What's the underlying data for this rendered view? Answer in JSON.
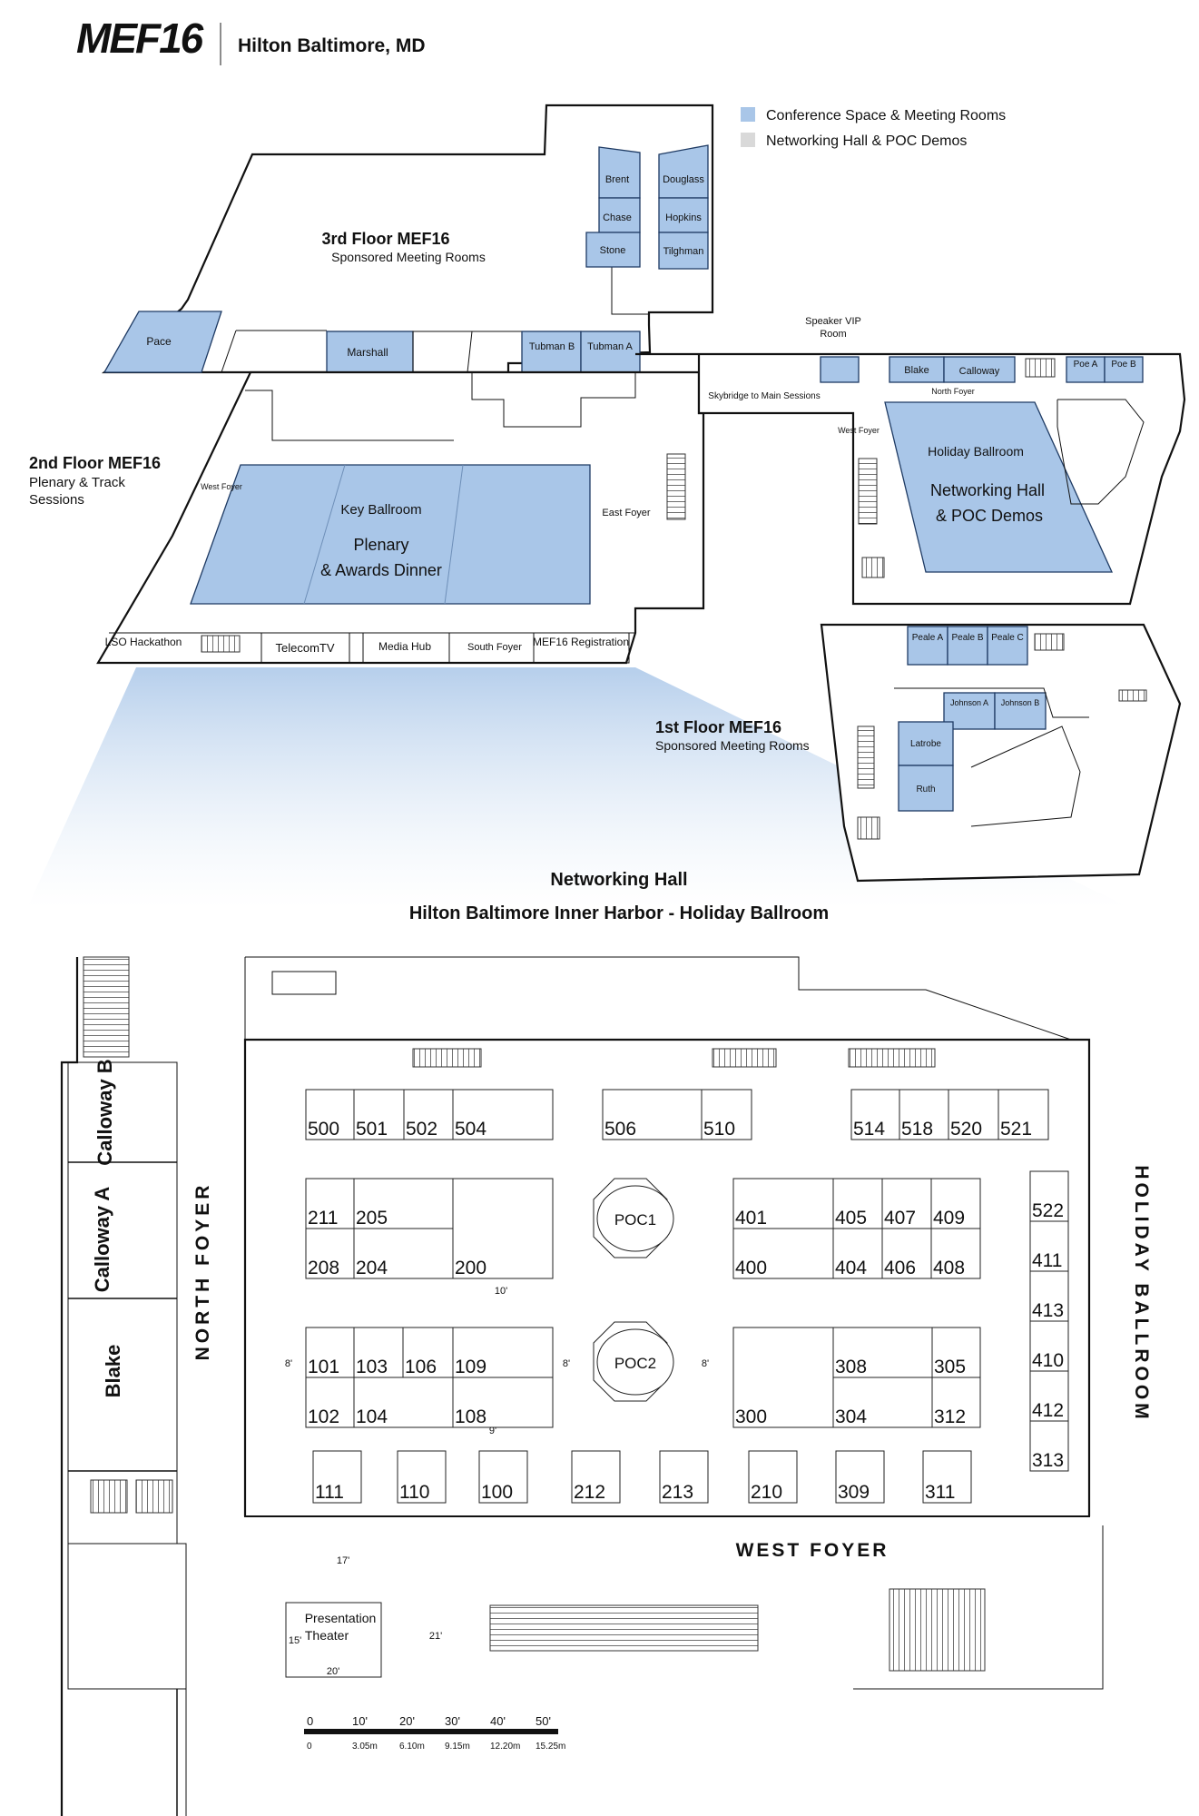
{
  "header": {
    "logo_text": "MEF16",
    "venue": "Hilton Baltimore, MD"
  },
  "legend": [
    {
      "label": "Conference Space & Meeting Rooms",
      "color": "#a9c6e8"
    },
    {
      "label": "Networking Hall & POC Demos",
      "color": "#d9d9d9"
    }
  ],
  "floors": {
    "third": {
      "title": "3rd Floor MEF16",
      "subtitle": "Sponsored Meeting Rooms",
      "rooms": [
        "Brent",
        "Chase",
        "Stone",
        "Douglass",
        "Hopkins",
        "Tilghman",
        "Pace",
        "Marshall",
        "Tubman B",
        "Tubman A"
      ]
    },
    "second": {
      "title": "2nd Floor MEF16",
      "subtitle_line1": "Plenary & Track",
      "subtitle_line2": "Sessions",
      "key_ballroom": "Key Ballroom",
      "plenary_line1": "Plenary",
      "plenary_line2": "& Awards Dinner",
      "west_foyer": "West Foyer",
      "east_foyer": "East Foyer",
      "bottom_rooms": [
        "LSO Hackathon",
        "TelecomTV",
        "Media Hub",
        "South Foyer",
        "MEF16 Registration"
      ]
    },
    "connector": {
      "speaker_vip_line1": "Speaker VIP",
      "speaker_vip_line2": "Room",
      "skybridge": "Skybridge to Main Sessions",
      "north_foyer": "North Foyer",
      "west_foyer": "West Foyer",
      "rooms": [
        "Blake",
        "Calloway",
        "Poe A",
        "Poe B"
      ],
      "holiday_ballroom": "Holiday Ballroom",
      "networking_line1": "Networking Hall",
      "networking_line2": "& POC Demos"
    },
    "first": {
      "title": "1st Floor MEF16",
      "subtitle": "Sponsored Meeting Rooms",
      "rooms": [
        "Peale A",
        "Peale B",
        "Peale C",
        "Johnson A",
        "Johnson B",
        "Latrobe",
        "Ruth"
      ]
    }
  },
  "hall": {
    "title": "Networking Hall",
    "subtitle": "Hilton Baltimore Inner Harbor - Holiday Ballroom",
    "side_labels": {
      "north_foyer": "NORTH FOYER",
      "holiday_ballroom": "HOLIDAY BALLROOM",
      "west_foyer": "WEST FOYER"
    },
    "side_rooms": {
      "calloway_b": "Calloway B",
      "calloway_a": "Calloway A",
      "blake": "Blake"
    },
    "top_row_booths": [
      "500",
      "501",
      "502",
      "504",
      "506",
      "510",
      "514",
      "518",
      "520",
      "521"
    ],
    "block_left_top": [
      "211",
      "205",
      "208",
      "204",
      "200"
    ],
    "block_right_top": [
      "401",
      "405",
      "407",
      "409",
      "400",
      "404",
      "406",
      "408"
    ],
    "block_left_bottom": [
      "101",
      "103",
      "106",
      "109",
      "102",
      "104",
      "108"
    ],
    "block_right_bottom": [
      "308",
      "305",
      "300",
      "304",
      "312"
    ],
    "right_column": [
      "522",
      "411",
      "413",
      "410",
      "412",
      "313"
    ],
    "bottom_row": [
      "111",
      "110",
      "100",
      "212",
      "213",
      "210",
      "309",
      "311"
    ],
    "poc": [
      "POC1",
      "POC2"
    ],
    "dimensions": [
      "10'",
      "8'",
      "8'",
      "8'",
      "9'",
      "17'",
      "21'",
      "15'",
      "20'"
    ],
    "presentation_theater_line1": "Presentation",
    "presentation_theater_line2": "Theater",
    "scale": {
      "feet": [
        "0",
        "10'",
        "20'",
        "30'",
        "40'",
        "50'"
      ],
      "meters": [
        "0",
        "3.05m",
        "6.10m",
        "9.15m",
        "12.20m",
        "15.25m"
      ]
    }
  }
}
